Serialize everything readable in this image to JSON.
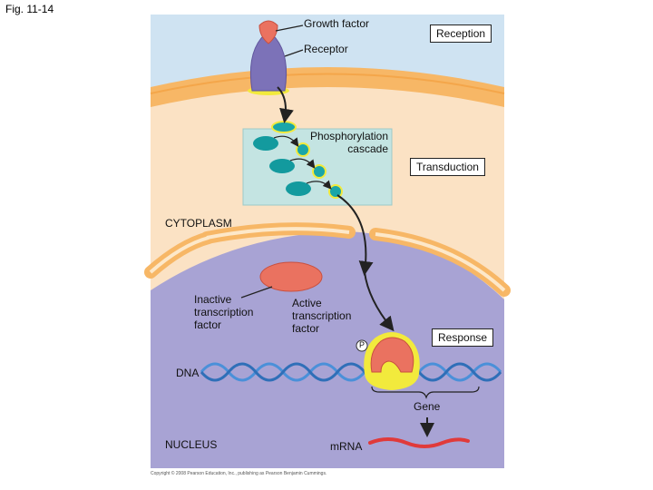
{
  "figure": {
    "label": "Fig. 11-14"
  },
  "stages": {
    "reception": "Reception",
    "transduction": "Transduction",
    "response": "Response"
  },
  "labels": {
    "growth_factor": "Growth factor",
    "receptor": "Receptor",
    "phosphorylation_cascade": "Phosphorylation\ncascade",
    "cytoplasm": "CYTOPLASM",
    "inactive_tf": "Inactive\ntranscription\nfactor",
    "active_tf": "Active\ntranscription\nfactor",
    "phosphate": "P",
    "dna": "DNA",
    "gene": "Gene",
    "nucleus": "NUCLEUS",
    "mrna": "mRNA"
  },
  "copyright": "Copyright © 2008 Pearson Education, Inc., publishing as Pearson Benjamin Cummings.",
  "colors": {
    "extracellular": "#cfe3f2",
    "cytoplasm": "#fbe2c4",
    "membrane": "#f7b766",
    "nucleus": "#a8a3d4",
    "cascade_box": "#c4e4e2",
    "kinase": "#139a9e",
    "transcription_factor": "#ea7260",
    "receptor": "#7c72b8",
    "dna": "#4a90d9",
    "mrna": "#e03a3a",
    "highlight": "#f2ea3c"
  }
}
